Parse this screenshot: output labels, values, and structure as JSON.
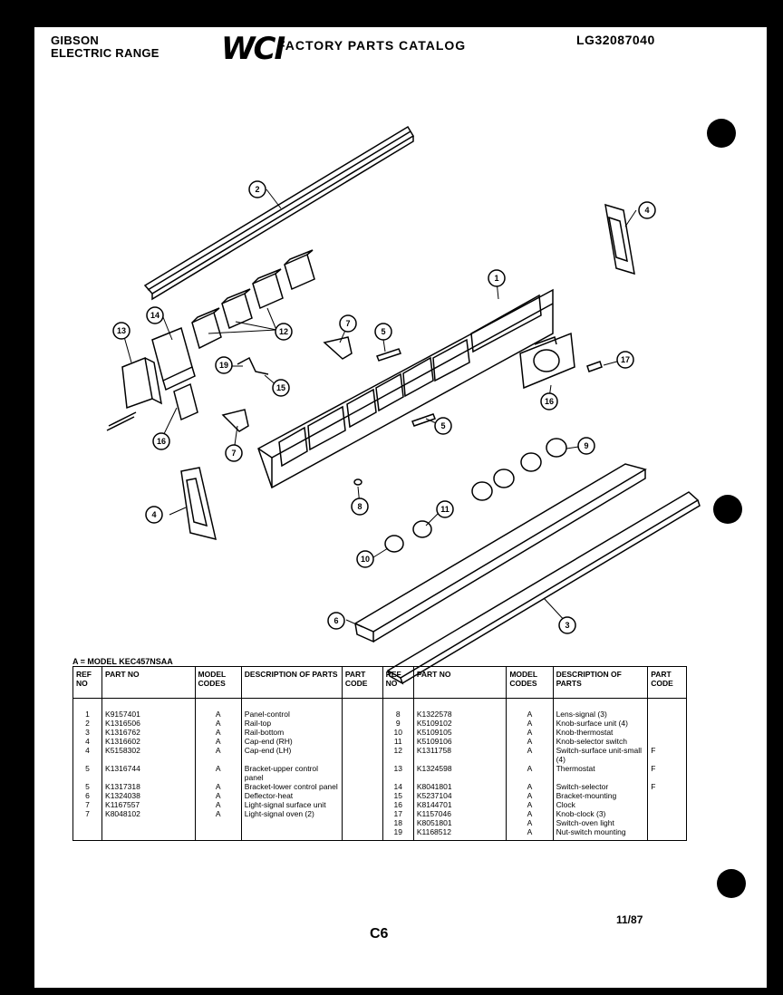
{
  "header": {
    "brand_line1": "GIBSON",
    "brand_line2": "ELECTRIC RANGE",
    "logo": "WCI",
    "catalog_title": "FACTORY PARTS CATALOG",
    "catalog_number": "LG32087040"
  },
  "callouts": [
    "2",
    "4",
    "14",
    "12",
    "13",
    "1",
    "7",
    "5",
    "16",
    "17",
    "19",
    "15",
    "7",
    "5",
    "16",
    "4",
    "8",
    "11",
    "9",
    "10",
    "6",
    "3"
  ],
  "model_note": "A = MODEL KEC457NSAA",
  "table": {
    "headers": [
      "REF NO",
      "PART NO",
      "MODEL CODES",
      "DESCRIPTION OF PARTS",
      "PART CODE"
    ],
    "left_rows": [
      {
        "ref": "1",
        "part": "K9157401",
        "model": "A",
        "desc": "Panel-control",
        "code": ""
      },
      {
        "ref": "2",
        "part": "K1316506",
        "model": "A",
        "desc": "Rail-top",
        "code": ""
      },
      {
        "ref": "3",
        "part": "K1316762",
        "model": "A",
        "desc": "Rail-bottom",
        "code": ""
      },
      {
        "ref": "4",
        "part": "K1316602",
        "model": "A",
        "desc": "Cap-end (RH)",
        "code": ""
      },
      {
        "ref": "4",
        "part": "K5158302",
        "model": "A",
        "desc": "Cap-end (LH)",
        "code": ""
      },
      {
        "ref": "5",
        "part": "K1316744",
        "model": "A",
        "desc": "Bracket-upper control panel",
        "code": ""
      },
      {
        "ref": "5",
        "part": "K1317318",
        "model": "A",
        "desc": "Bracket-lower control panel",
        "code": ""
      },
      {
        "ref": "6",
        "part": "K1324038",
        "model": "A",
        "desc": "Deflector-heat",
        "code": ""
      },
      {
        "ref": "7",
        "part": "K1167557",
        "model": "A",
        "desc": "Light-signal surface unit",
        "code": ""
      },
      {
        "ref": "7",
        "part": "K8048102",
        "model": "A",
        "desc": "Light-signal oven (2)",
        "code": ""
      }
    ],
    "right_rows": [
      {
        "ref": "8",
        "part": "K1322578",
        "model": "A",
        "desc": "Lens-signal (3)",
        "code": ""
      },
      {
        "ref": "9",
        "part": "K5109102",
        "model": "A",
        "desc": "Knob-surface unit (4)",
        "code": ""
      },
      {
        "ref": "10",
        "part": "K5109105",
        "model": "A",
        "desc": "Knob-thermostat",
        "code": ""
      },
      {
        "ref": "11",
        "part": "K5109106",
        "model": "A",
        "desc": "Knob-selector switch",
        "code": ""
      },
      {
        "ref": "12",
        "part": "K1311758",
        "model": "A",
        "desc": "Switch-surface unit-small (4)",
        "code": "F"
      },
      {
        "ref": "13",
        "part": "K1324598",
        "model": "A",
        "desc": "Thermostat",
        "code": "F"
      },
      {
        "ref": "14",
        "part": "K8041801",
        "model": "A",
        "desc": "Switch-selector",
        "code": "F"
      },
      {
        "ref": "15",
        "part": "K5237104",
        "model": "A",
        "desc": "Bracket-mounting",
        "code": ""
      },
      {
        "ref": "16",
        "part": "K8144701",
        "model": "A",
        "desc": "Clock",
        "code": ""
      },
      {
        "ref": "17",
        "part": "K1157046",
        "model": "A",
        "desc": "Knob-clock (3)",
        "code": ""
      },
      {
        "ref": "18",
        "part": "K8051801",
        "model": "A",
        "desc": "Switch-oven light",
        "code": ""
      },
      {
        "ref": "19",
        "part": "K1168512",
        "model": "A",
        "desc": "Nut-switch mounting",
        "code": ""
      }
    ]
  },
  "footer": {
    "date": "11/87",
    "page": "C6"
  }
}
